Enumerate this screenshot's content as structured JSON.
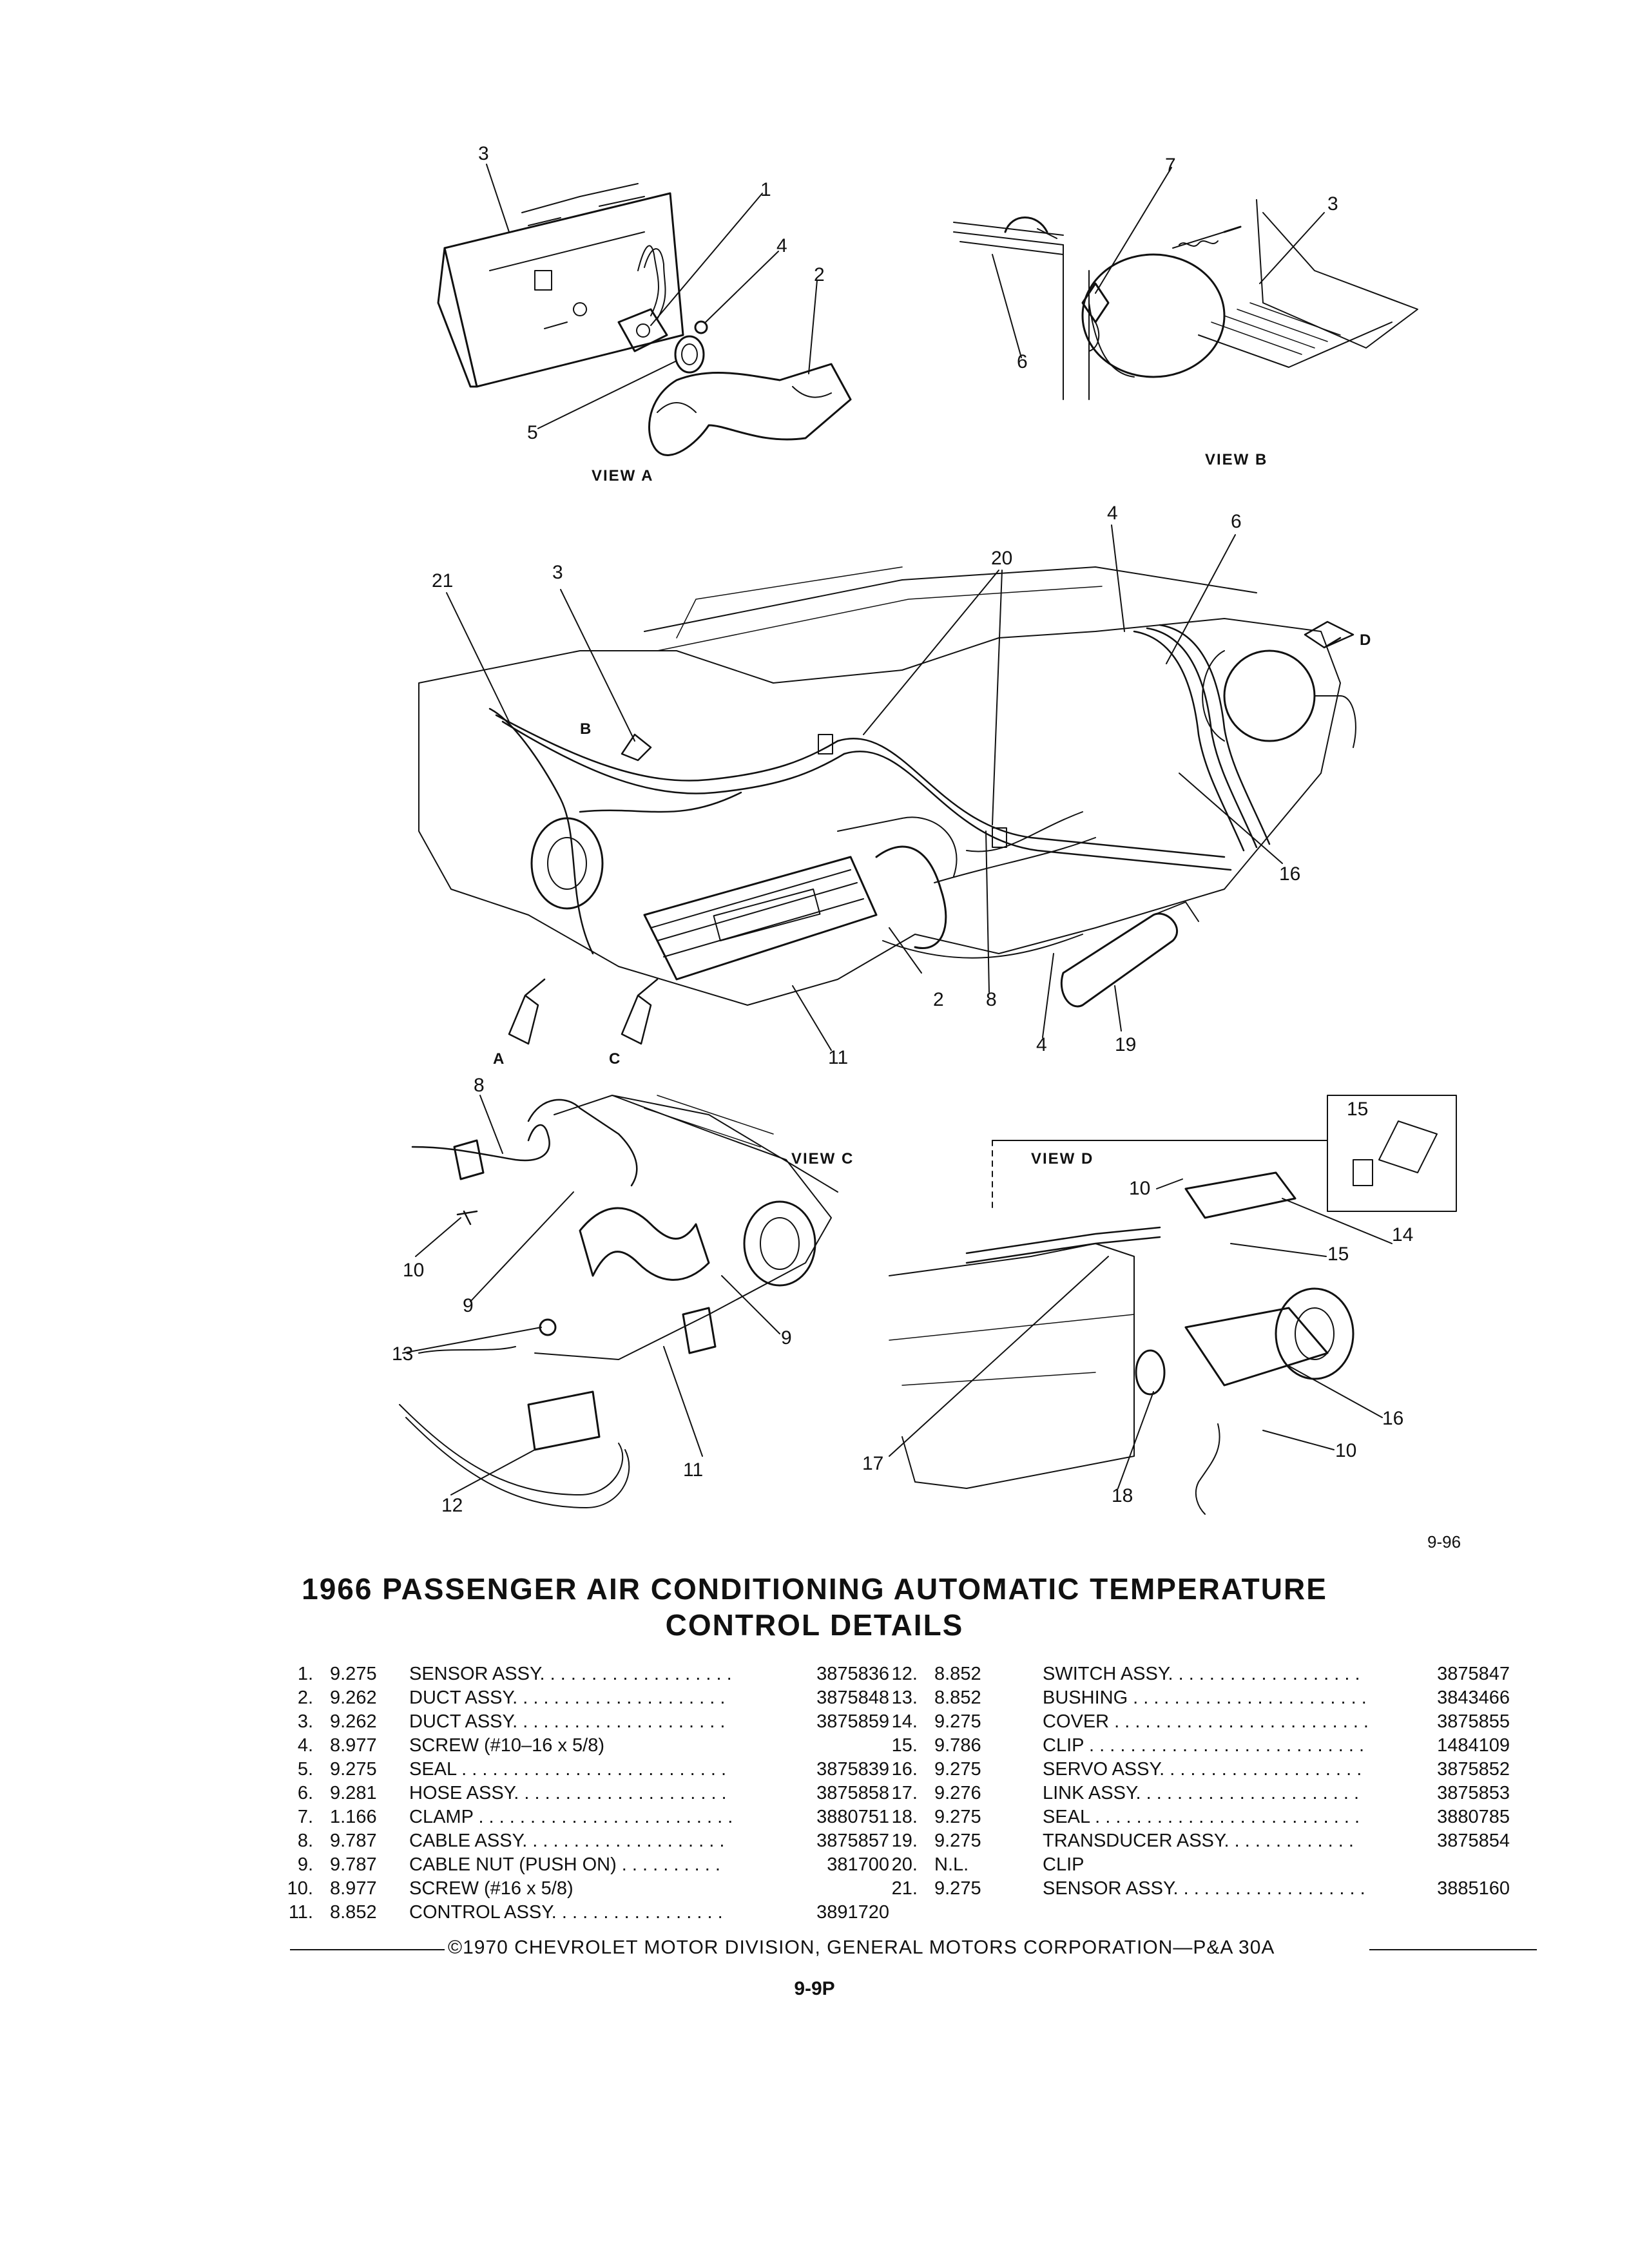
{
  "views": {
    "a_label": "VIEW A",
    "b_label": "VIEW B",
    "c_label": "VIEW C",
    "d_label": "VIEW D"
  },
  "callouts": {
    "a": [
      "3",
      "1",
      "4",
      "2",
      "5"
    ],
    "b": [
      "7",
      "3",
      "6"
    ],
    "main": [
      "21",
      "3",
      "20",
      "4",
      "6",
      "16",
      "2",
      "8",
      "11",
      "4",
      "19"
    ],
    "main_arrows": [
      "B",
      "D",
      "A",
      "C"
    ],
    "c": [
      "8",
      "10",
      "9",
      "9",
      "13",
      "11",
      "12"
    ],
    "d": [
      "15",
      "10",
      "14",
      "15",
      "16",
      "10",
      "17",
      "18"
    ]
  },
  "figure_number": "9-96",
  "title": {
    "line1": "1966 PASSENGER AIR CONDITIONING AUTOMATIC TEMPERATURE",
    "line2": "CONTROL DETAILS"
  },
  "parts_left": [
    {
      "num": "1.",
      "code": "9.275",
      "name": "SENSOR ASSY. . . . . . . . . . . . . . . . . . .",
      "pn": "3875836"
    },
    {
      "num": "2.",
      "code": "9.262",
      "name": "DUCT ASSY. . . . . . . . . . . . . . . . . . . . .",
      "pn": "3875848"
    },
    {
      "num": "3.",
      "code": "9.262",
      "name": "DUCT ASSY. . . . . . . . . . . . . . . . . . . . .",
      "pn": "3875859"
    },
    {
      "num": "4.",
      "code": "8.977",
      "name": "SCREW (#10–16 x 5/8)",
      "pn": ""
    },
    {
      "num": "5.",
      "code": "9.275",
      "name": "SEAL . . . . . . . . . . . . . . . . . . . . . . . . . .",
      "pn": "3875839"
    },
    {
      "num": "6.",
      "code": "9.281",
      "name": "HOSE ASSY. . . . . . . . . . . . . . . . . . . . .",
      "pn": "3875858"
    },
    {
      "num": "7.",
      "code": "1.166",
      "name": "CLAMP . . . . . . . . . . . . . . . . . . . . . . . . .",
      "pn": "3880751"
    },
    {
      "num": "8.",
      "code": "9.787",
      "name": "CABLE ASSY. . . . . . . . . . . . . . . . . . . .",
      "pn": "3875857"
    },
    {
      "num": "9.",
      "code": "9.787",
      "name": "CABLE NUT (PUSH ON) . . . . . . . . . .",
      "pn": "381700"
    },
    {
      "num": "10.",
      "code": "8.977",
      "name": "SCREW (#16 x 5/8)",
      "pn": ""
    },
    {
      "num": "11.",
      "code": "8.852",
      "name": "CONTROL ASSY. . . . . . . . . . . . . . . . .",
      "pn": "3891720"
    }
  ],
  "parts_right": [
    {
      "num": "12.",
      "code": "8.852",
      "name": "SWITCH ASSY. . . . . . . . . . . . . . . . . . .",
      "pn": "3875847"
    },
    {
      "num": "13.",
      "code": "8.852",
      "name": "BUSHING . . . . . . . . . . . . . . . . . . . . . . .",
      "pn": "3843466"
    },
    {
      "num": "14.",
      "code": "9.275",
      "name": "COVER . . . . . . . . . . . . . . . . . . . . . . . . .",
      "pn": "3875855"
    },
    {
      "num": "15.",
      "code": "9.786",
      "name": "CLIP . . . . . . . . . . . . . . . . . . . . . . . . . . .",
      "pn": "1484109"
    },
    {
      "num": "16.",
      "code": "9.275",
      "name": "SERVO ASSY. . . . . . . . . . . . . . . . . . . .",
      "pn": "3875852"
    },
    {
      "num": "17.",
      "code": "9.276",
      "name": "LINK ASSY. . . . . . . . . . . . . . . . . . . . . .",
      "pn": "3875853"
    },
    {
      "num": "18.",
      "code": "9.275",
      "name": "SEAL . . . . . . . . . . . . . . . . . . . . . . . . . .",
      "pn": "3880785"
    },
    {
      "num": "19.",
      "code": "9.275",
      "name": "TRANSDUCER ASSY. . . . . . . . . . . . .",
      "pn": "3875854"
    },
    {
      "num": "20.",
      "code": "N.L.",
      "name": "CLIP",
      "pn": ""
    },
    {
      "num": "21.",
      "code": "9.275",
      "name": "SENSOR ASSY. . . . . . . . . . . . . . . . . . .",
      "pn": "3885160"
    }
  ],
  "footer": {
    "copyright": "©1970 CHEVROLET MOTOR DIVISION, GENERAL MOTORS CORPORATION—P&A 30A",
    "page": "9-9P"
  }
}
